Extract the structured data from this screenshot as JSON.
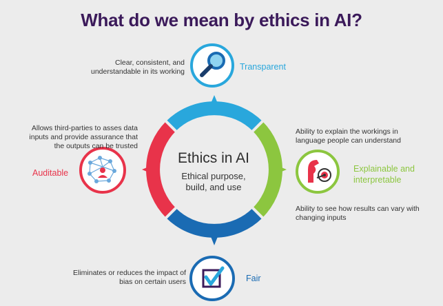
{
  "title": "What do we mean by ethics in AI?",
  "center": {
    "title": "Ethics in AI",
    "subtitle": "Ethical purpose, build, and use"
  },
  "principles": {
    "transparent": {
      "label": "Transparent",
      "desc": [
        "Clear, consistent, and",
        "understandable in its working"
      ],
      "color": "#29a7dc",
      "icon": "magnifying-glass-icon"
    },
    "explainable": {
      "label": [
        "Explainable and",
        "interpretable"
      ],
      "desc_top": [
        "Ability to explain the workings in",
        "language people can understand"
      ],
      "desc_bottom": [
        "Ability to see how results can vary with",
        "changing inputs"
      ],
      "color": "#8cc63f",
      "icon": "chess-knight-target-icon"
    },
    "fair": {
      "label": "Fair",
      "desc": [
        "Eliminates or reduces the impact of",
        "bias on certain users"
      ],
      "color": "#1a6bb3",
      "icon": "checkbox-icon"
    },
    "auditable": {
      "label": "Auditable",
      "desc": [
        "Allows third-parties to asses data",
        "inputs and provide assurance that",
        "the outputs can be trusted"
      ],
      "color": "#e8334a",
      "icon": "network-person-icon"
    }
  }
}
